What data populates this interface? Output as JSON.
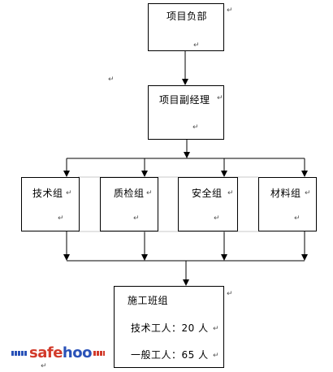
{
  "nodes": {
    "manager": {
      "label": "项目负部"
    },
    "deputy": {
      "label": "项目副经理"
    },
    "tech": {
      "label": "技术组"
    },
    "quality": {
      "label": "质检组"
    },
    "safety": {
      "label": "安全组"
    },
    "material": {
      "label": "材料组"
    },
    "construction": {
      "label": "施工班组",
      "line1": "技术工人：20 人",
      "line2": "一般工人：65 人"
    }
  },
  "paragraph_mark": "↵",
  "watermark": {
    "part1": "safe",
    "part2": "hoo"
  }
}
